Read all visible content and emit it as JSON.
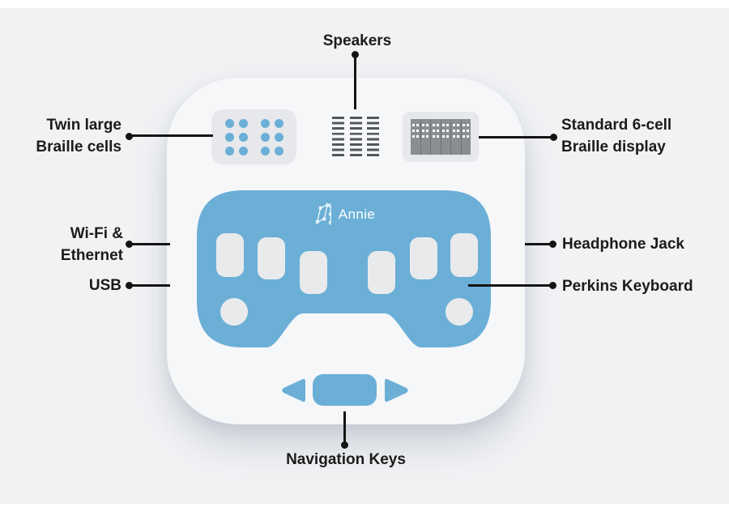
{
  "device": {
    "brand": "Annie",
    "parts": {
      "twin_braille_cells": {
        "cells": 2,
        "dot_cols": 2,
        "dot_rows": 3
      },
      "speaker_grille": {
        "columns": 3,
        "bars_per_column": 8
      },
      "braille_display": {
        "cells": 6,
        "dot_cols": 2,
        "dot_rows": 3
      },
      "perkins_keys": 6,
      "thumb_circles": 2,
      "navigation_keys": 3
    }
  },
  "callouts": {
    "speakers": {
      "label": "Speakers"
    },
    "twin_braille": {
      "line1": "Twin large",
      "line2": "Braille cells"
    },
    "standard_braille": {
      "line1": "Standard 6-cell",
      "line2": "Braille display"
    },
    "wifi_ethernet": {
      "line1": "Wi-Fi &",
      "line2": "Ethernet"
    },
    "usb": {
      "label": "USB"
    },
    "headphone": {
      "label": "Headphone Jack"
    },
    "perkins": {
      "label": "Perkins Keyboard"
    },
    "navigation": {
      "label": "Navigation Keys"
    }
  },
  "colors": {
    "accent_blue": "#6bafd7",
    "key_gray": "#e9eaec",
    "panel_gray": "#e6e8eb",
    "display_dark": "#8a8e93",
    "display_separator": "#6e7277",
    "speaker_dark": "#54575b",
    "device_bg": "#f6f7f9",
    "page_bg": "#f1f2f4",
    "line_black": "#141414",
    "text_dark": "#1b1b1b"
  }
}
